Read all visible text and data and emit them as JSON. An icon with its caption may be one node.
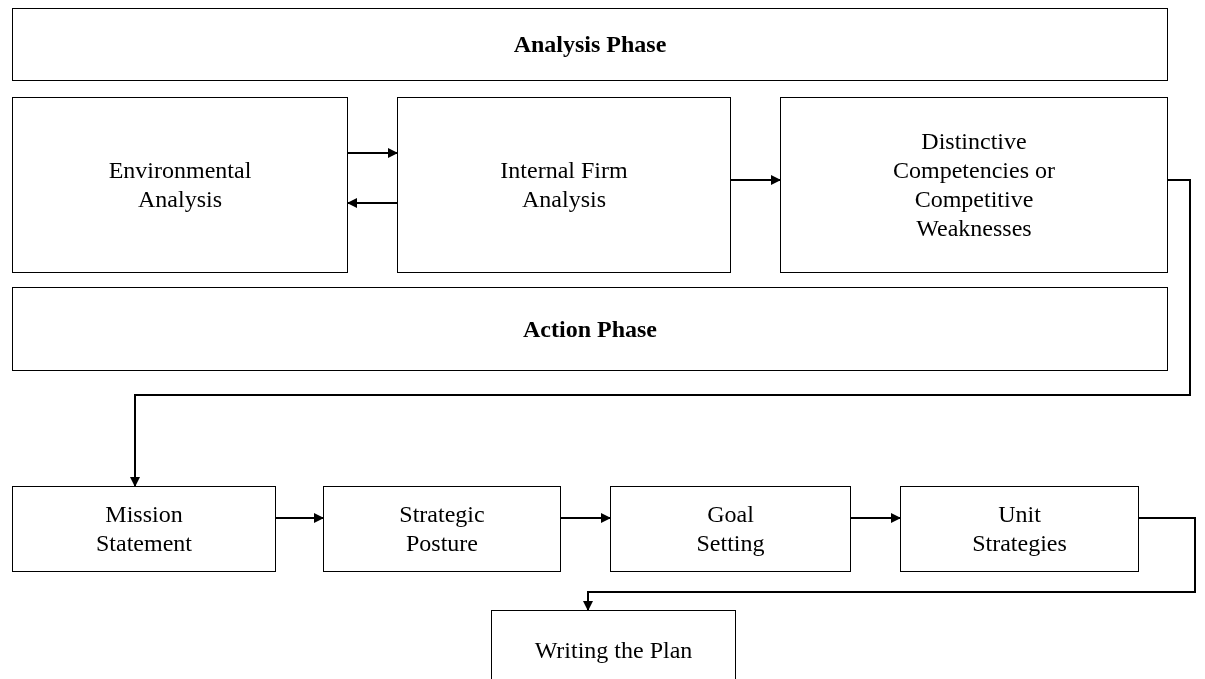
{
  "diagram": {
    "nodes": [
      {
        "text": [
          "Analysis Phase"
        ]
      },
      {
        "text": [
          "Environmental Analysis"
        ]
      },
      {
        "text": [
          "Internal Firm Analysis"
        ]
      },
      {
        "text": [
          "Distinctive Competencies or Competitive Weaknesses"
        ]
      },
      {
        "text": [
          "Action Phase"
        ]
      },
      {
        "text": [
          "Mission Statement"
        ]
      },
      {
        "text": [
          "Strategic Posture"
        ]
      },
      {
        "text": [
          "Goal Setting"
        ]
      },
      {
        "text": [
          "Unit Strategies"
        ]
      },
      {
        "text": [
          "Writing the Plan"
        ]
      }
    ],
    "edges": [
      {
        "from": 1,
        "to": 2,
        "arrow": "to"
      },
      {
        "from": 2,
        "to": 1,
        "arrow": "to"
      },
      {
        "from": 2,
        "to": 3,
        "arrow": "to"
      },
      {
        "from": 3,
        "to": 5,
        "arrow": "to"
      },
      {
        "from": 5,
        "to": 6,
        "arrow": "to"
      },
      {
        "from": 6,
        "to": 7,
        "arrow": "to"
      },
      {
        "from": 7,
        "to": 8,
        "arrow": "to"
      },
      {
        "from": 8,
        "to": 9,
        "arrow": "to"
      }
    ]
  }
}
